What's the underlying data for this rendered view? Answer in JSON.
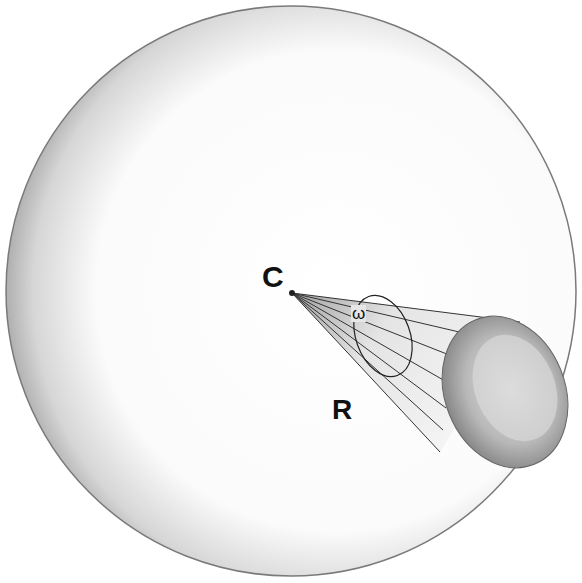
{
  "diagram": {
    "labels": [
      "C",
      "ω",
      "R"
    ]
  }
}
